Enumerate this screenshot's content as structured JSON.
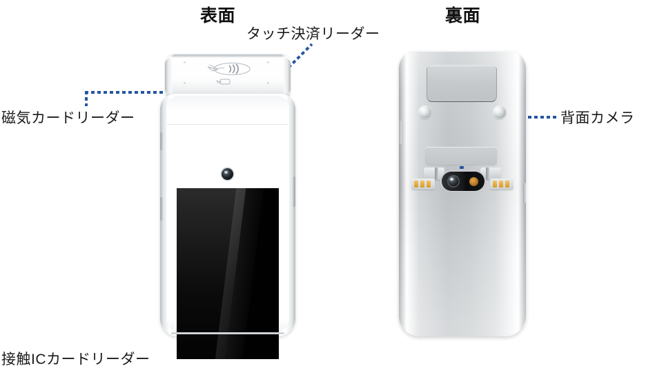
{
  "page": {
    "background_color": "#ffffff",
    "accent_color": "#2456a0",
    "text_color": "#1a1a1a"
  },
  "headings": {
    "front": "表面",
    "back": "裏面"
  },
  "callouts": {
    "touch_payment_reader": "タッチ決済リーダー",
    "magnetic_card_reader": "磁気カードリーダー",
    "contact_ic_card_reader": "接触ICカードリーダー",
    "rear_camera": "背面カメラ"
  },
  "devices": {
    "front": {
      "name": "表面",
      "parts": [
        "タッチ決済リーダー",
        "磁気カードリーダー",
        "前面カメラ",
        "タッチスクリーン",
        "接触ICカードリーダー"
      ]
    },
    "back": {
      "name": "裏面",
      "parts": [
        "背面カメラ",
        "フラッシュ",
        "端子パッド",
        "上部パネル"
      ]
    }
  }
}
